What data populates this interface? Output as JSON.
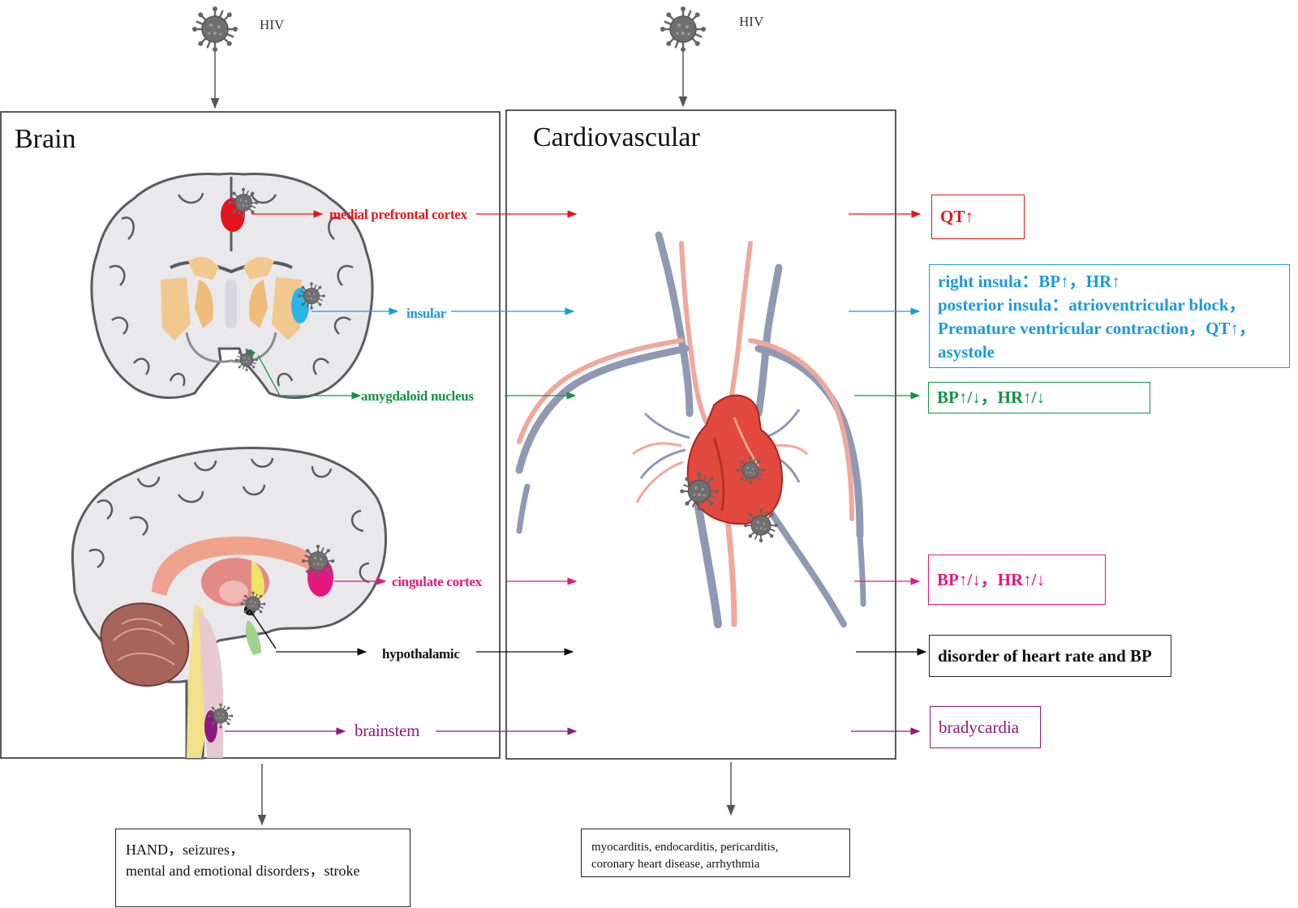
{
  "virus_label": "HIV",
  "brain": {
    "title": "Brain"
  },
  "cardiovascular": {
    "title": "Cardiovascular"
  },
  "pathways": [
    {
      "region": "medial prefrontal cortex",
      "color": "#e3141b",
      "effect": [
        "QT↑"
      ]
    },
    {
      "region": "insular",
      "color": "#1a9ad9",
      "effect": [
        "right insula：BP↑，HR↑",
        "posterior insula：atrioventricular block，",
        "Premature ventricular contraction，QT↑，",
        "asystole"
      ]
    },
    {
      "region": "amygdaloid nucleus",
      "color": "#139444",
      "effect": [
        "BP↑/↓，HR↑/↓"
      ]
    },
    {
      "region": "cingulate cortex",
      "color": "#e4177e",
      "effect": [
        "BP↑/↓，HR↑/↓"
      ]
    },
    {
      "region": "hypothalamic",
      "color": "#111111",
      "effect": [
        "disorder of heart rate and BP"
      ]
    },
    {
      "region": "brainstem",
      "color": "#8a1a7d",
      "effect": [
        "bradycardia"
      ]
    }
  ],
  "outcomes": {
    "brain": [
      "HAND，seizures，",
      "mental and emotional disorders，stroke"
    ],
    "cardiovascular": [
      "myocarditis, endocarditis, pericarditis,",
      "coronary heart disease, arrhythmia"
    ]
  }
}
